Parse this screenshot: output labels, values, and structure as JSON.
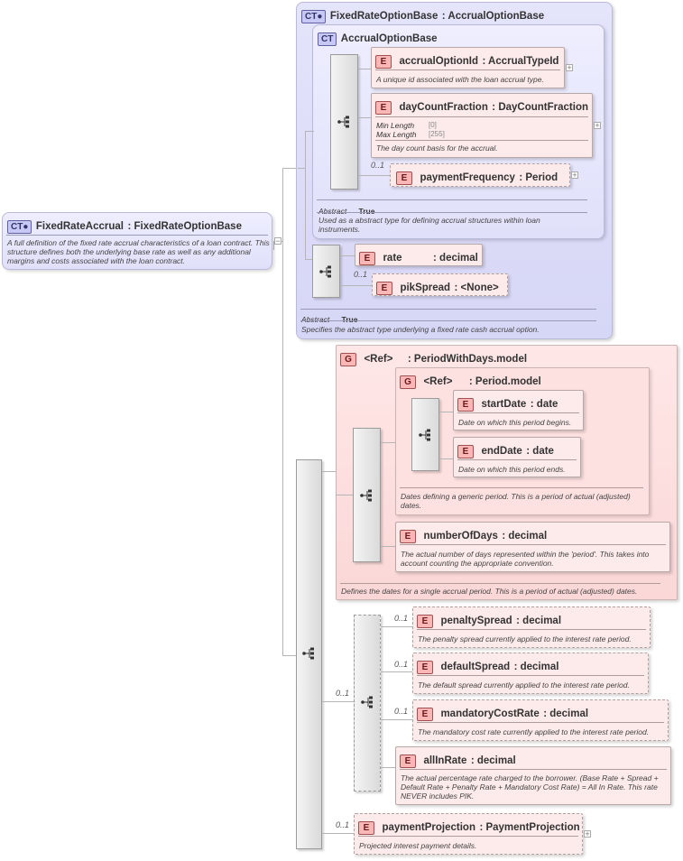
{
  "root": {
    "badge": "CT",
    "name": "FixedRateAccrual",
    "type": ": FixedRateOptionBase",
    "description": "A full definition of the fixed rate accrual characteristics of a loan contract. This structure defines both the underlying base rate as well as any additional margins and costs associated with the loan contract."
  },
  "base": {
    "badge": "CT",
    "name": "FixedRateOptionBase",
    "type": ": AccrualOptionBase",
    "abstract_label": "Abstract",
    "abstract_value": "True",
    "description": "Specifies the abstract type underlying a fixed rate cash accrual option.",
    "inner": {
      "badge": "CT",
      "name": "AccrualOptionBase",
      "abstract_label": "Abstract",
      "abstract_value": "True",
      "description": "Used as a abstract type for defining accrual structures within loan instruments.",
      "elements": [
        {
          "badge": "E",
          "name": "accrualOptionId",
          "type": ": AccrualTypeId",
          "description": "A unique id associated with the loan accrual type."
        },
        {
          "badge": "E",
          "name": "dayCountFraction",
          "type": ": DayCountFraction",
          "min_label": "Min Length",
          "min_value": "[0]",
          "max_label": "Max Length",
          "max_value": "[255]",
          "description": "The day count basis for the accrual."
        },
        {
          "badge": "E",
          "name": "paymentFrequency",
          "type": ": Period",
          "cardinality": "0..1"
        }
      ]
    },
    "rate": {
      "badge": "E",
      "name": "rate",
      "type": ": decimal"
    },
    "pik": {
      "badge": "E",
      "name": "pikSpread",
      "type": ": <None>",
      "cardinality": "0..1"
    }
  },
  "period_group": {
    "badge": "G",
    "ref": "<Ref>",
    "name": ": PeriodWithDays.model",
    "description": "Defines the dates for a single accrual period. This is a period of actual (adjusted) dates.",
    "inner": {
      "badge": "G",
      "ref": "<Ref>",
      "name": ": Period.model",
      "description": "Dates defining a generic period. This is a period of actual (adjusted) dates.",
      "start": {
        "badge": "E",
        "name": "startDate",
        "type": ": date",
        "description": "Date on which this period begins."
      },
      "end": {
        "badge": "E",
        "name": "endDate",
        "type": ": date",
        "description": "Date on which this period ends."
      }
    },
    "days": {
      "badge": "E",
      "name": "numberOfDays",
      "type": ": decimal",
      "description": "The actual number of days represented within the 'period'. This takes into account counting the appropriate convention."
    }
  },
  "rates": {
    "cardinality": "0..1",
    "penalty": {
      "badge": "E",
      "name": "penaltySpread",
      "type": ": decimal",
      "cardinality": "0..1",
      "description": "The penalty spread currently applied to the interest rate period."
    },
    "default": {
      "badge": "E",
      "name": "defaultSpread",
      "type": ": decimal",
      "cardinality": "0..1",
      "description": "The default spread currently applied to the interest rate period."
    },
    "mandatory": {
      "badge": "E",
      "name": "mandatoryCostRate",
      "type": ": decimal",
      "cardinality": "0..1",
      "description": "The mandatory cost rate currently applied to the interest rate period."
    },
    "allin": {
      "badge": "E",
      "name": "allInRate",
      "type": ": decimal",
      "description": "The actual percentage rate charged to the borrower. (Base Rate + Spread + Default Rate + Penalty Rate + Mandatory Cost Rate) = All In Rate. This rate NEVER includes PIK."
    }
  },
  "projection": {
    "badge": "E",
    "name": "paymentProjection",
    "type": ": PaymentProjection",
    "cardinality": "0..1",
    "description": "Projected interest payment details."
  },
  "icons": {
    "sequence": "sequence-icon",
    "expand": "expand-plus-icon"
  }
}
